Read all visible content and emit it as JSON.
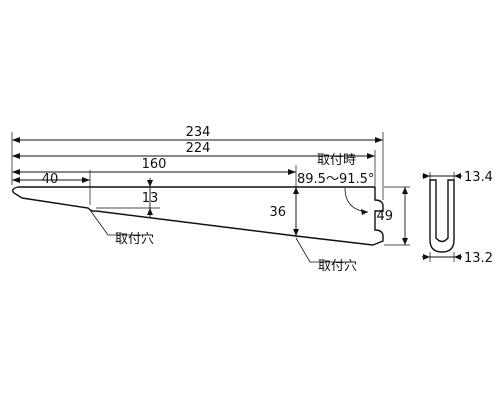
{
  "dimensions": {
    "total_length": "234",
    "inner_length": "224",
    "hole_distance": "160",
    "front_offset": "40",
    "front_height": "13",
    "rear_hole_height": "36",
    "overall_height": "49",
    "end_width_top": "13.4",
    "end_width_bottom": "13.2"
  },
  "labels": {
    "mounting_angle_title": "取付時",
    "mounting_angle_value": "89.5～91.5°",
    "hole_label_front": "取付穴",
    "hole_label_rear": "取付穴"
  }
}
